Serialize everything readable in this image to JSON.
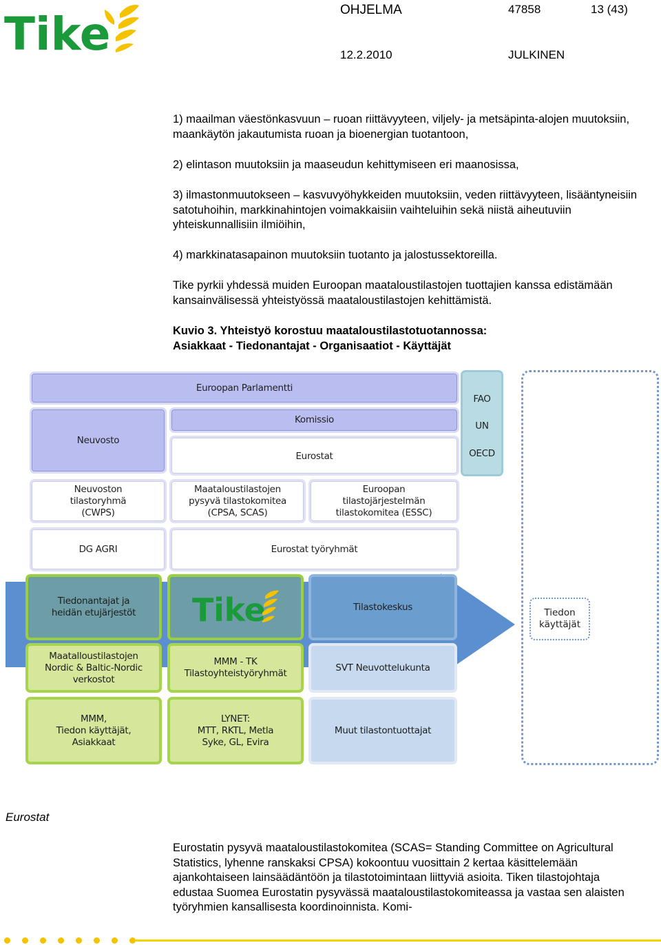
{
  "header": {
    "logo_text": "Tike",
    "doc_type": "OHJELMA",
    "doc_number": "47858",
    "page": "13 (43)",
    "date": "12.2.2010",
    "classification": "JULKINEN"
  },
  "body": {
    "items": [
      "1) maailman väestönkasvuun – ruoan riittävyyteen, viljely- ja metsäpinta-alojen muutoksiin, maankäytön jakautumista ruoan ja bioenergian tuotantoon,",
      "2) elintason muutoksiin ja maaseudun kehittymiseen eri maanosissa,",
      "3) ilmastonmuutokseen – kasvuvyöhykkeiden muutoksiin, veden riittävyyteen, lisääntyneisiin satotuhoihin, markkinahintojen voimakkaisiin vaihteluihin sekä niistä aiheutuviin yhteiskunnallisiin ilmiöihin,",
      "4) markkinatasapainon muutoksiin tuotanto ja jalostussektoreilla."
    ],
    "paragraph": "Tike pyrkii yhdessä muiden Euroopan maataloustilastojen tuottajien kanssa edistämään kansainvälisessä yhteistyössä maataloustilastojen kehittämistä.",
    "caption_line1": "Kuvio 3. Yhteistyö korostuu maataloustilastotuotannossa:",
    "caption_line2": "Asiakkaat - Tiedonantajat - Organisaatiot - Käyttäjät"
  },
  "diagram": {
    "parliament": "Euroopan Parlamentti",
    "fao": "FAO",
    "un": "UN",
    "oecd": "OECD",
    "council": "Neuvosto",
    "commission": "Komissio",
    "eurostat": "Eurostat",
    "council_group": "Neuvoston\ntilastoryhmä\n(CWPS)",
    "cpsa": "Maataloustilastojen\npysyvä tilastokomitea\n(CPSA, SCAS)",
    "essc": "Euroopan\ntilastojärjestelmän\ntilastokomitea (ESSC)",
    "dg_agri": "DG AGRI",
    "eurostat_wg": "Eurostat työryhmät",
    "respondents": "Tiedonantajat ja\nheidän etujärjestöt",
    "tike_logo": "Tike",
    "statfin": "Tilastokeskus",
    "nordic": "Maatalloustilastojen\nNordic & Baltic-Nordic\nverkostot",
    "mmm_tk": "MMM - TK\nTilastoyhteistyöryhmät",
    "svt": "SVT Neuvottelukunta",
    "mmm_users": "MMM,\nTiedon käyttäjät,\nAsiakkaat",
    "lynet": "LYNET:\nMTT, RKTL, Metla\nSyke, GL, Evira",
    "other_producers": "Muut tilastontuottajat",
    "data_users": "Tiedon\nkäyttäjät"
  },
  "section": {
    "label": "Eurostat",
    "text": "Eurostatin pysyvä maataloustilastokomitea (SCAS= Standing Committee on Agricultural Statistics, lyhenne ranskaksi CPSA) kokoontuu vuosittain 2 kertaa käsittelemään ajankohtaiseen lainsäädäntöön ja tilastotoimintaan liittyviä asioita. Tiken tilastojohtaja edustaa Suomea Eurostatin pysyvässä maataloustilastokomiteassa ja vastaa sen alaisten työryhmien kansallisesta koordinoinnista. Komi-"
  },
  "colors": {
    "brand_green": "#1a9a3a",
    "brand_yellow": "#f5c200",
    "arrow_blue": "#5b8fd0"
  }
}
